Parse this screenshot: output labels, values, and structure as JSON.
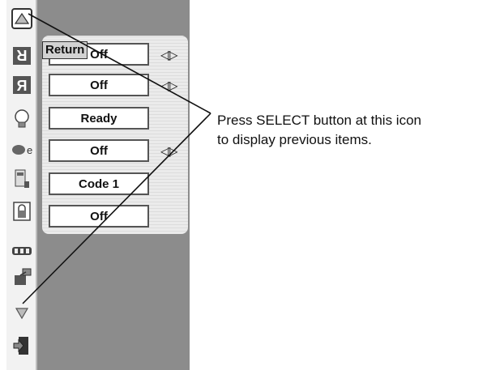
{
  "menu": {
    "tooltip": "Return",
    "rows": [
      {
        "value": "Off",
        "has_arrows": true
      },
      {
        "value": "Off",
        "has_arrows": true
      },
      {
        "value": "Ready",
        "has_arrows": false
      },
      {
        "value": "Off",
        "has_arrows": true
      },
      {
        "value": "Code 1",
        "has_arrows": false
      },
      {
        "value": "Off",
        "has_arrows": false
      }
    ],
    "arrow_glyph": "◁▷"
  },
  "icons": [
    "return-up-icon",
    "reverse-r-icon",
    "mirror-r-icon",
    "lamp-icon",
    "eco-icon",
    "remote-icon",
    "lock-icon",
    "filter-icon",
    "network-icon",
    "down-arrow-icon",
    "exit-icon"
  ],
  "callout": {
    "line1": "Press SELECT button at this icon",
    "line2": "to display previous items."
  }
}
